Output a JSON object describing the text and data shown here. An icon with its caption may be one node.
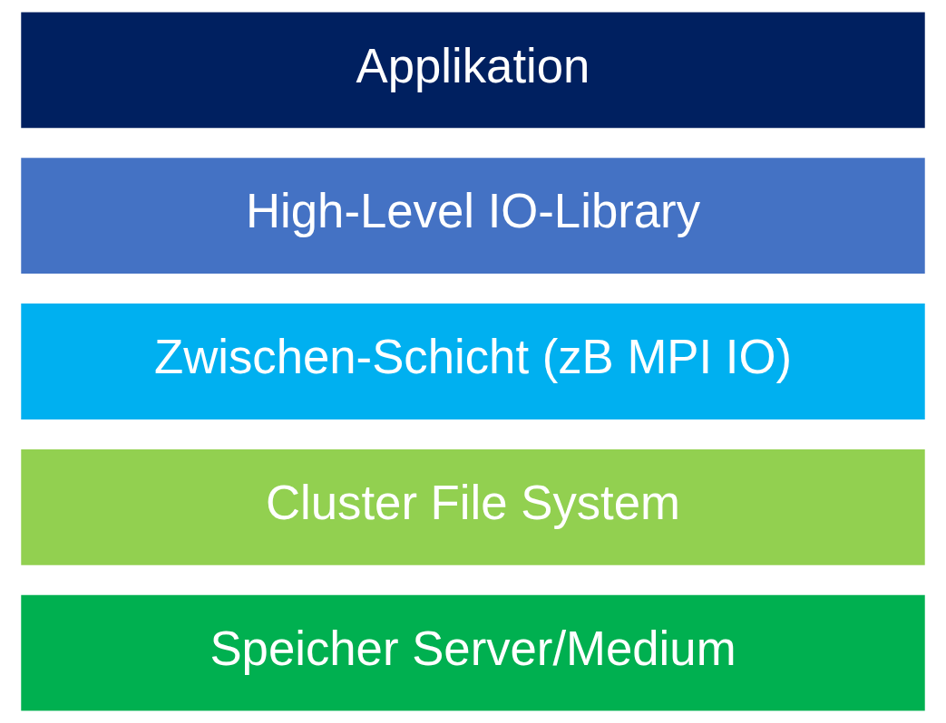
{
  "diagram": {
    "nodes": [
      {
        "text": [
          "Applikation"
        ]
      },
      {
        "text": [
          "High-Level IO-Library"
        ]
      },
      {
        "text": [
          "Zwischen-Schicht (zB MPI IO)"
        ]
      },
      {
        "text": [
          "Cluster File System"
        ]
      },
      {
        "text": [
          "Speicher Server/Medium"
        ]
      }
    ]
  }
}
